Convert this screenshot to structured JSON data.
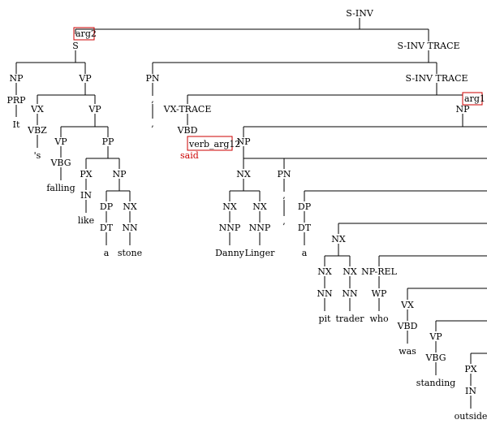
{
  "colors": {
    "edge": "#000000",
    "label": "#000000",
    "highlight": "#cc0000"
  },
  "nodes": {
    "root": "S-INV",
    "s": "S",
    "np_it": "NP",
    "prp": "PRP",
    "it": "It",
    "vp_main": "VP",
    "vx_1": "VX",
    "vbz": "VBZ",
    "s_tok": "'s",
    "vp_2": "VP",
    "vp_3": "VP",
    "vbg_1": "VBG",
    "falling": "falling",
    "pp": "PP",
    "px_1": "PX",
    "in_1": "IN",
    "like": "like",
    "np_stone": "NP",
    "dp_1": "DP",
    "dt_1": "DT",
    "a_1": "a",
    "nx_stone": "NX",
    "nn_stone": "NN",
    "stone": "stone",
    "sinv_trace_1": "S-INV TRACE",
    "pn_1": "PN",
    "comma_1a": ",",
    "comma_1b": ",",
    "sinv_trace_2": "S-INV TRACE",
    "vx_trace": "VX-TRACE",
    "vbd_1": "VBD",
    "said": "said",
    "np_main": "NP",
    "np_danny": "NP",
    "nx_danny": "NX",
    "nx_d": "NX",
    "nnp_d": "NNP",
    "danny": "Danny",
    "nx_l": "NX",
    "nnp_l": "NNP",
    "linger": "Linger",
    "pn_2": "PN",
    "comma_2a": ",",
    "comma_2b": ",",
    "dp_2": "DP",
    "dt_2": "DT",
    "a_2": "a",
    "nx_trader": "NX",
    "nx_pit": "NX",
    "nn_pit": "NN",
    "pit": "pit",
    "nx_tr": "NX",
    "nn_tr": "NN",
    "trader": "trader",
    "np_rel": "NP-REL",
    "wp": "WP",
    "who": "who",
    "vx_2": "VX",
    "vbd_2": "VBD",
    "was": "was",
    "vp_4": "VP",
    "vbg_2": "VBG",
    "standing": "standing",
    "px_2": "PX",
    "in_2": "IN",
    "outside": "outside"
  },
  "tags": {
    "arg2": "arg2",
    "arg1": "arg1",
    "verb_arg12": "verb_arg12"
  }
}
